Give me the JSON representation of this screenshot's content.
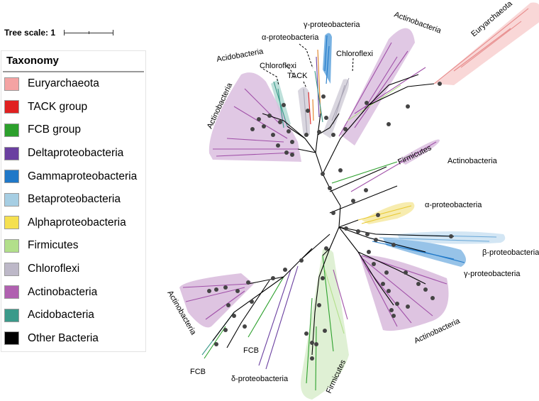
{
  "scale": {
    "label": "Tree scale: 1"
  },
  "legend": {
    "title": "Taxonomy",
    "items": [
      {
        "label": "Euryarchaeota",
        "color": "#f4a3a3"
      },
      {
        "label": "TACK group",
        "color": "#e02020"
      },
      {
        "label": "FCB group",
        "color": "#2ca02c"
      },
      {
        "label": "Deltaproteobacteria",
        "color": "#6a3fa0"
      },
      {
        "label": "Gammaproteobacteria",
        "color": "#1f78c8"
      },
      {
        "label": "Betaproteobacteria",
        "color": "#a6cee3"
      },
      {
        "label": "Alphaproteobacteria",
        "color": "#f5e050"
      },
      {
        "label": "Firmicutes",
        "color": "#b2df8a"
      },
      {
        "label": "Chloroflexi",
        "color": "#bdb8c8"
      },
      {
        "label": "Actinobacteria",
        "color": "#b060b0"
      },
      {
        "label": "Acidobacteria",
        "color": "#3a9a8a"
      },
      {
        "label": "Other Bacteria",
        "color": "#000000"
      }
    ]
  },
  "tree_labels": {
    "euryarchaeota": "Euryarchaeota",
    "actino_top": "Actinobacteria",
    "gamma_top": "γ-proteobacteria",
    "alpha_top": "α-proteobacteria",
    "chloroflexi_right": "Chloroflexi",
    "acidobacteria": "Acidobacteria",
    "chloroflexi_left": "Chloroflexi",
    "tack": "TACK",
    "actino_left": "Actinobacteria",
    "firmicutes_mid": "Firmicutes",
    "actino_right": "Actinobacteria",
    "alpha_right": "α-proteobacteria",
    "beta_right": "β-proteobacteria",
    "gamma_right": "γ-proteobacteria",
    "actino_lower_right": "Actinobacteria",
    "firmicutes_bottom": "Firmicutes",
    "delta": "δ-proteobacteria",
    "fcb_mid": "FCB",
    "fcb_low": "FCB",
    "actino_lower_left": "Actinobacteria"
  }
}
